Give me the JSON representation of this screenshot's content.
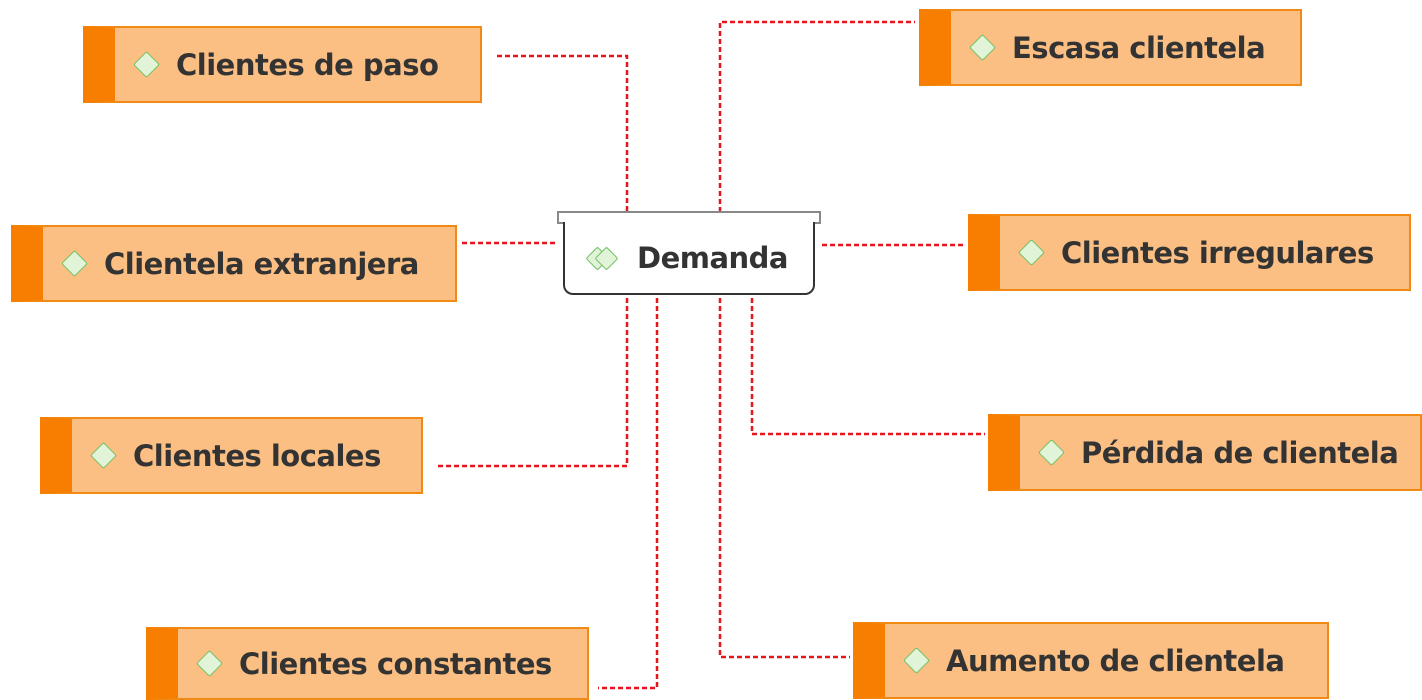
{
  "central_topic": {
    "label": "Demanda"
  },
  "topics": {
    "clientes_de_paso": "Clientes de paso",
    "escasa_clientela": "Escasa clientela",
    "clientela_extranjera": "Clientela extranjera",
    "clientes_irregulares": "Clientes irregulares",
    "clientes_locales": "Clientes locales",
    "perdida_de_clientela": "Pérdida de clientela",
    "clientes_constantes": "Clientes constantes",
    "aumento_de_clientela": "Aumento de clientela"
  },
  "colors": {
    "topic_fill": "#fcbf83",
    "topic_accent": "#f77e00",
    "connector": "#e8141c",
    "icon_green": "#6fbf63"
  },
  "icons": {
    "topic": "diamond-icon",
    "central": "double-diamond-icon"
  }
}
